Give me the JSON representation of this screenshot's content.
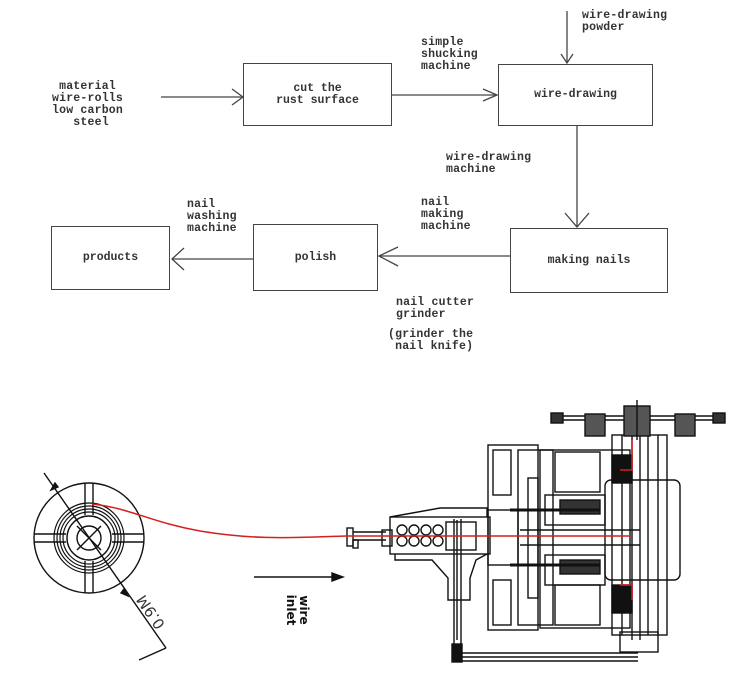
{
  "flowchart": {
    "inputs": {
      "material": "material\nwire-rolls\nlow carbon\n steel",
      "powder": "wire-drawing\npowder"
    },
    "boxes": {
      "cut": "cut the\nrust surface",
      "wire_drawing": "wire-drawing",
      "making_nails": "making nails",
      "polish": "polish",
      "products": "products"
    },
    "machines": {
      "shucking": "simple\nshucking\nmachine",
      "drawing_machine": "wire-drawing\nmachine",
      "nail_making": "nail\nmaking\nmachine",
      "washing": "nail\nwashing\nmachine",
      "cutter": "nail cutter\ngrinder",
      "cutter_note": "(grinder the\n nail knife)"
    }
  },
  "drawing": {
    "dimension_label": "0.9M",
    "wire_label_line1": "wire",
    "wire_label_line2": "inlet",
    "wire_color": "#d42020",
    "line_color": "#111111"
  }
}
